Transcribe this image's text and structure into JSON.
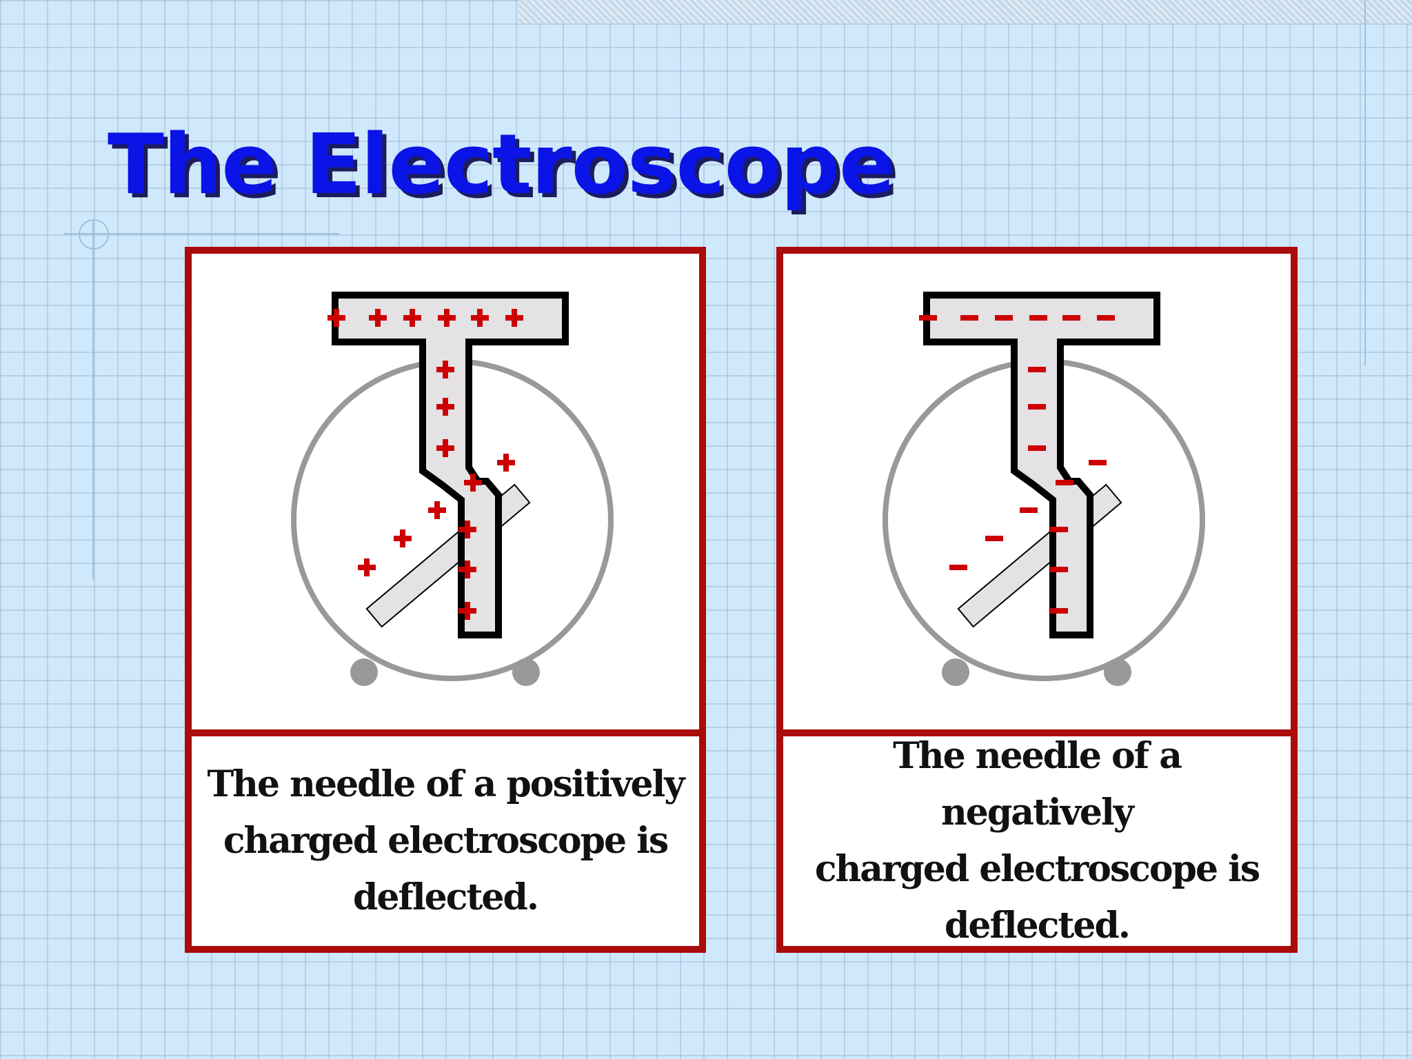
{
  "slide": {
    "title": "The Electroscope",
    "panels": [
      {
        "id": "positive",
        "symbol": "+",
        "caption_lines": [
          "The needle of a positively",
          "charged electroscope is",
          "deflected."
        ]
      },
      {
        "id": "negative",
        "symbol": "−",
        "caption_lines": [
          "The needle of a negatively",
          "charged electroscope is",
          "deflected."
        ]
      }
    ]
  },
  "colors": {
    "title": "#0a14e6",
    "panel_border": "#aa0b0b",
    "charge": "#cc0000",
    "rod_fill": "#e4e2e4",
    "case": "#999999",
    "background": "#cfe8fb"
  }
}
